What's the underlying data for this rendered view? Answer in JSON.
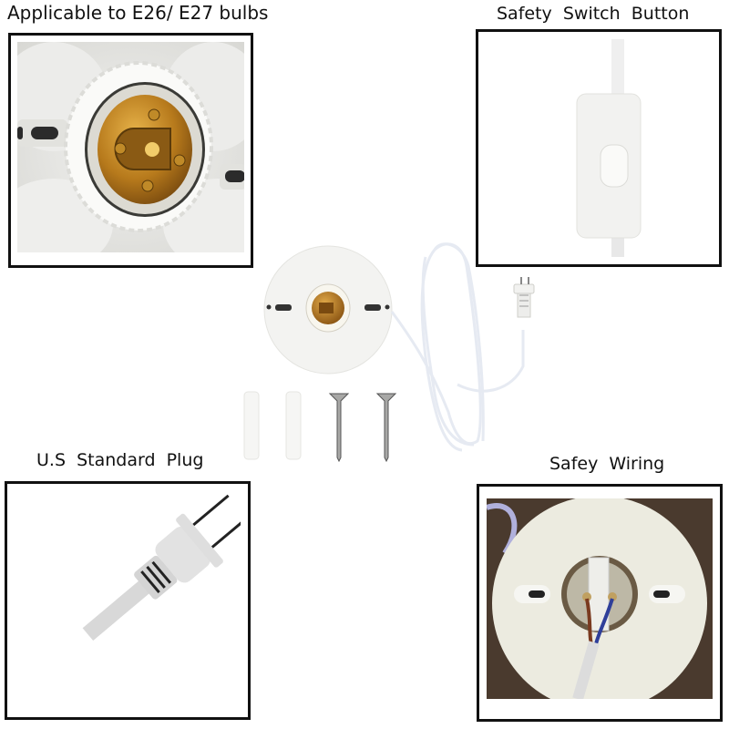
{
  "panels": {
    "top_left": {
      "caption": "Applicable to E26/ E27 bulbs",
      "image": "lamp-socket-closeup"
    },
    "top_right": {
      "caption": "Safety  Switch  Button",
      "image": "inline-rocker-switch"
    },
    "bottom_left": {
      "caption": "U.S  Standard  Plug",
      "image": "two-prong-us-plug"
    },
    "bottom_right": {
      "caption": "Safey  Wiring",
      "image": "socket-back-wiring"
    }
  },
  "center": {
    "image": "product-kit",
    "items": [
      "ceiling-lamp-holder",
      "wall-anchor",
      "wall-anchor",
      "screw",
      "screw",
      "power-cord-with-plug"
    ]
  },
  "colors": {
    "border": "#111111",
    "socket_brass": "#b9801f",
    "plastic_white": "#f4f4f2",
    "wire_brown": "#7a3a20",
    "wire_blue": "#2f3f9a",
    "wood_bg": "#4a3a2e"
  }
}
